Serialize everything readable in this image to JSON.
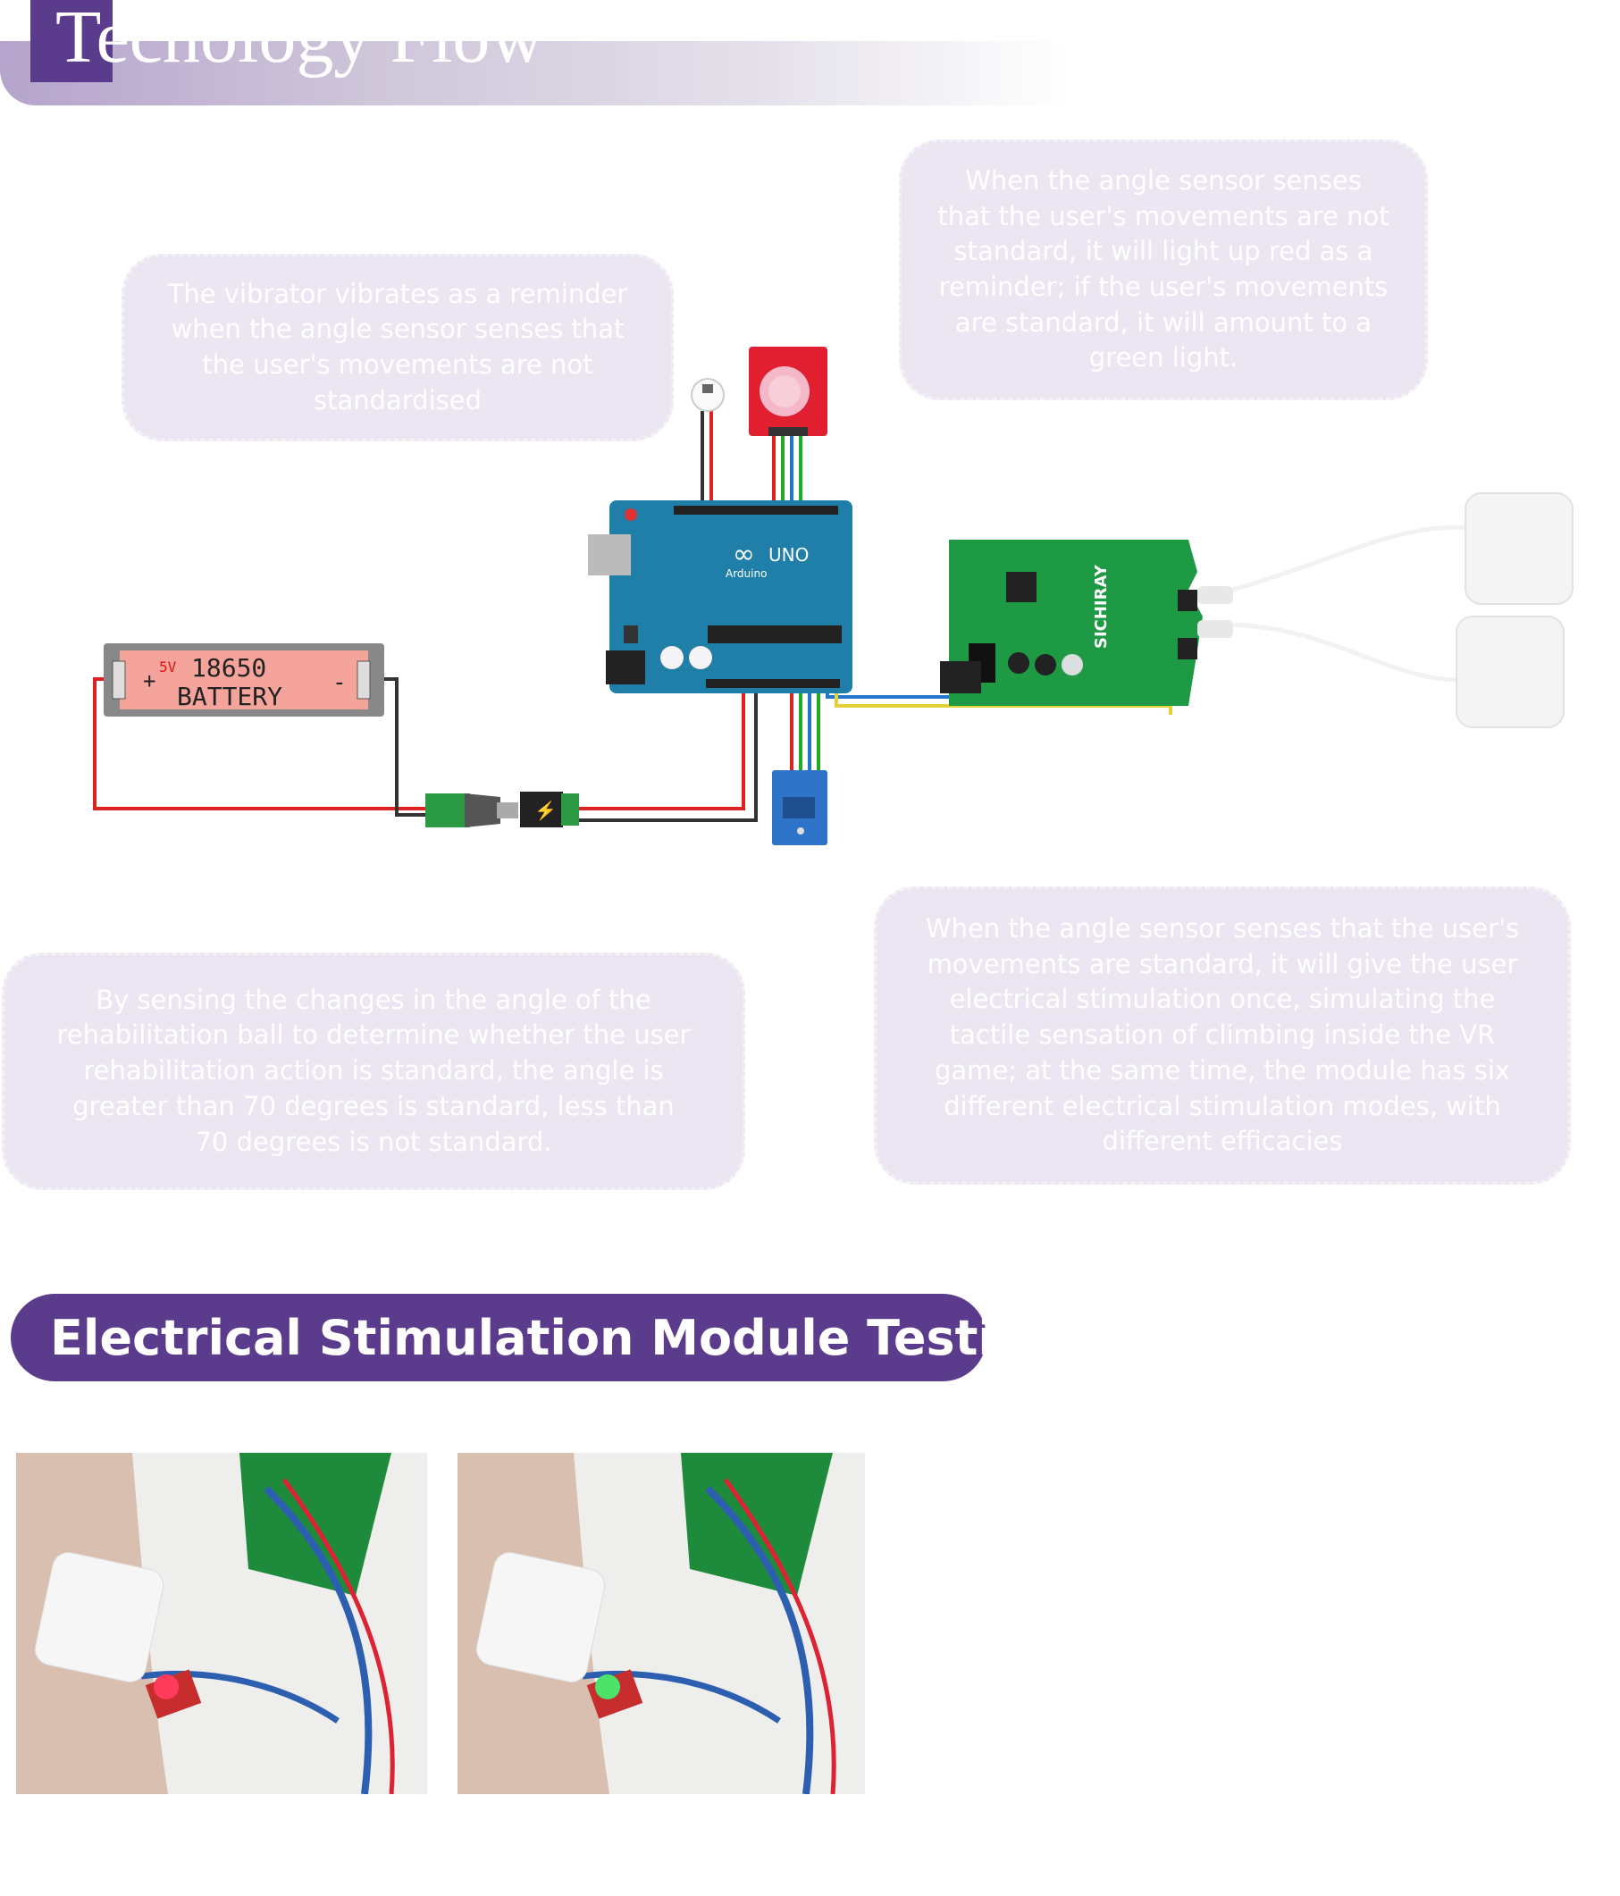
{
  "header1": {
    "title": "Techology Flow"
  },
  "callouts": {
    "vibrator": "The vibrator vibrates as a reminder when the angle sensor senses that the user's movements are not standardised",
    "led": "When the angle sensor senses that the user's movements are not standard, it will light up red as a reminder; if the user's movements are standard, it will amount to a green light.",
    "angle": "By sensing the changes in the angle of the rehabilitation ball to determine whether the user rehabilitation action is standard, the angle is greater than 70 degrees is standard, less than 70 degrees is not standard.",
    "estim": "When the angle sensor senses that the user's movements are standard, it will give the user electrical stimulation once, simulating the tactile sensation of climbing inside the VR game; at the same time, the module has six different electrical stimulation modes, with different efficacies"
  },
  "diagram": {
    "battery": {
      "line1": "18650",
      "line2": "BATTERY",
      "voltage": "5V",
      "plus": "+",
      "minus": "-"
    },
    "arduino": {
      "brand": "Arduino",
      "model": "UNO"
    },
    "estim_board": {
      "brand": "SICHIRAY"
    }
  },
  "header2": {
    "title": "Electrical Stimulation Module Testing"
  },
  "photos": [
    {
      "led_color": "#ff3a5a"
    },
    {
      "led_color": "#4ce36a"
    }
  ],
  "colors": {
    "accent": "#5b3b8c",
    "callout_bg": "#ebe6f1",
    "board_blue": "#1f7fa8",
    "board_green": "#1e9a45"
  }
}
